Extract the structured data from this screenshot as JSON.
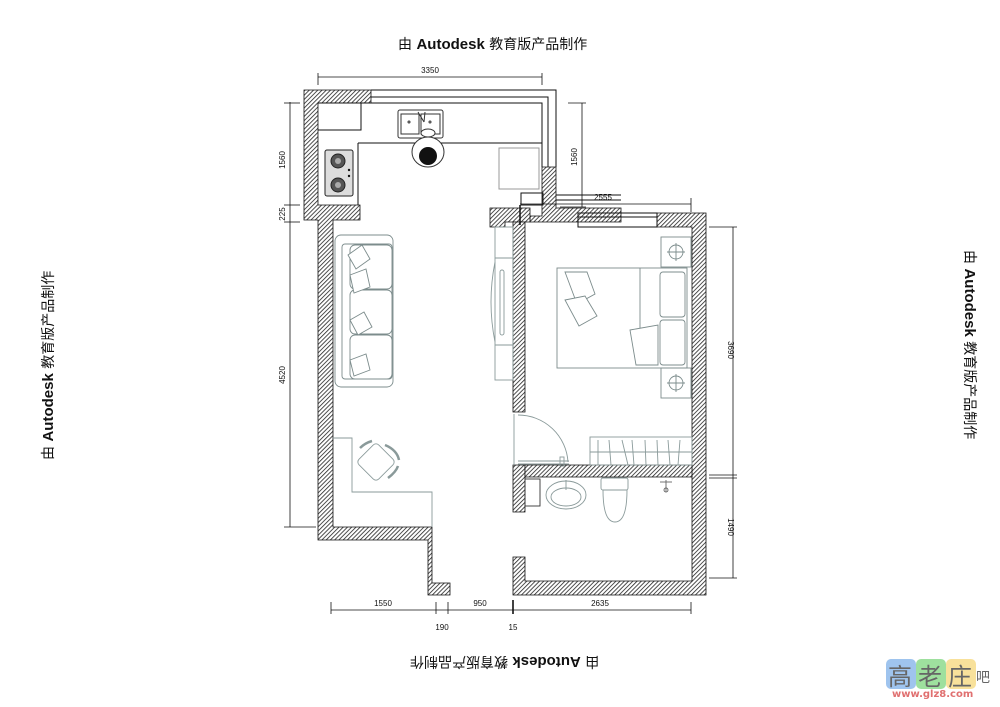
{
  "watermarks": {
    "top": {
      "prefix": "由 ",
      "brand": "Autodesk",
      "suffix": " 教育版产品制作"
    },
    "bottom": {
      "prefix": "由 ",
      "brand": "Autodesk",
      "suffix": " 教育版产品制作"
    },
    "left": {
      "prefix": "由 ",
      "brand": "Autodesk",
      "suffix": " 教育版产品制作"
    },
    "right": {
      "prefix": "由 ",
      "brand": "Autodesk",
      "suffix": " 教育版产品制作"
    }
  },
  "dimensions": {
    "top_width": "3350",
    "kitchen_height_left": "1560",
    "kitchen_height_right": "1560",
    "gap_225": "225",
    "living_height": "4520",
    "bedroom_width": "2555",
    "bedroom_height": "3690",
    "bathroom_height": "1490",
    "bottom_1550": "1550",
    "bottom_190": "190",
    "bottom_950": "950",
    "bottom_15": "15",
    "bottom_2635": "2635"
  },
  "rooms": [
    {
      "name": "kitchen",
      "furniture": [
        "sink",
        "gas-stove",
        "person-cook",
        "fridge"
      ]
    },
    {
      "name": "living-room",
      "furniture": [
        "sofa",
        "dining-chair",
        "desk"
      ]
    },
    {
      "name": "bedroom",
      "furniture": [
        "double-bed",
        "nightstand-lamp",
        "nightstand-lamp",
        "tv-cabinet",
        "wardrobe",
        "door"
      ]
    },
    {
      "name": "bathroom",
      "furniture": [
        "washbasin",
        "toilet",
        "shower"
      ]
    }
  ],
  "logo": {
    "chars": [
      "高",
      "老",
      "庄"
    ],
    "suffix": "吧",
    "url": "www.glz8.com",
    "colors": [
      "#7fb0e8",
      "#7ed67e",
      "#f5d77a"
    ]
  },
  "colors": {
    "wall": "#333333",
    "line": "#111111",
    "furniture": "#8a9a9a"
  }
}
